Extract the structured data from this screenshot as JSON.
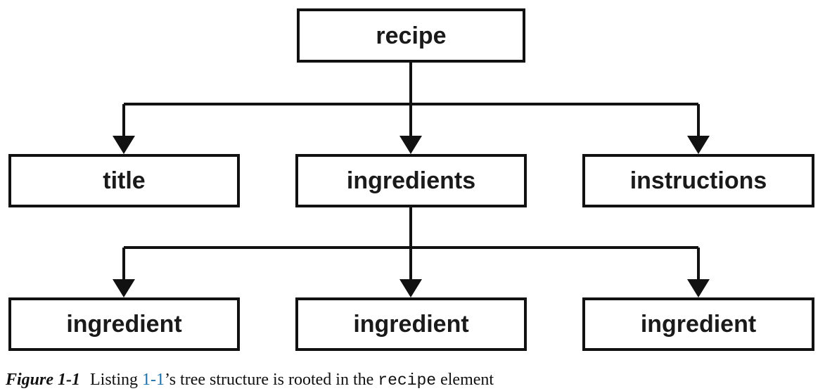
{
  "nodes": {
    "recipe": "recipe",
    "title": "title",
    "ingredients": "ingredients",
    "instructions": "instructions",
    "ingredient_1": "ingredient",
    "ingredient_2": "ingredient",
    "ingredient_3": "ingredient"
  },
  "caption": {
    "figure_label": "Figure 1-1",
    "text_before_link": "Listing ",
    "link_text": "1-1",
    "text_after_link": "’s tree structure is rooted in the ",
    "code_text": "recipe",
    "text_end": " element"
  },
  "colors": {
    "stroke": "#111111",
    "link": "#1a6fa8"
  }
}
